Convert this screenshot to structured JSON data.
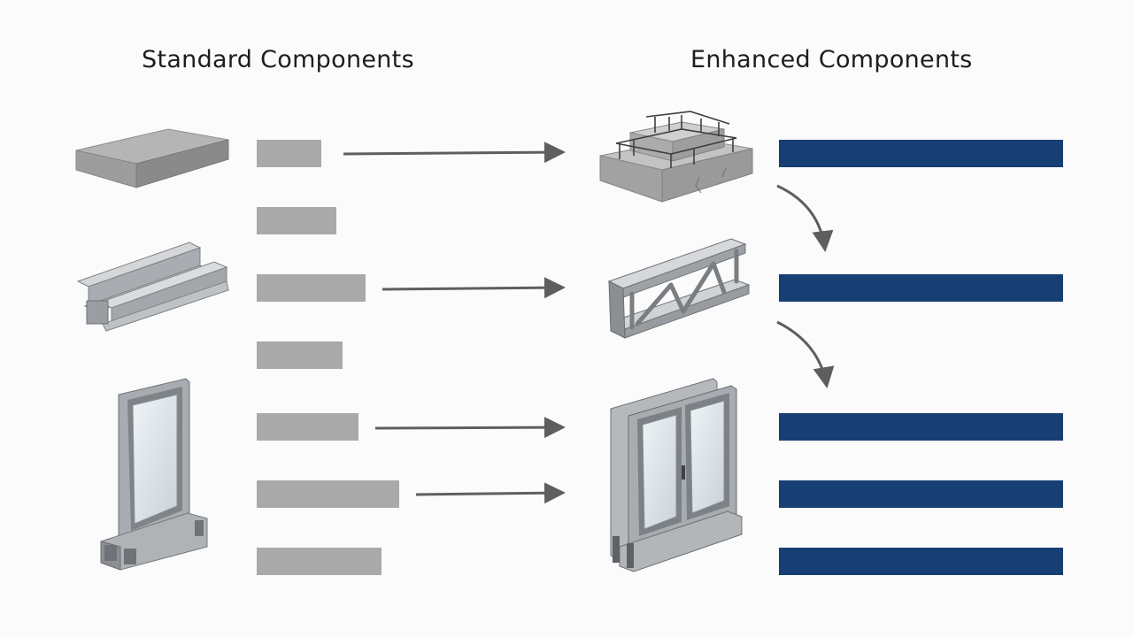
{
  "headings": {
    "standard": "Standard Components",
    "enhanced": "Enhanced Components"
  },
  "standard_components": [
    {
      "name": "concrete-slab-icon",
      "bars": 2
    },
    {
      "name": "steel-beam-icon",
      "bars": 2
    },
    {
      "name": "window-frame-icon",
      "bars": 3
    }
  ],
  "enhanced_components": [
    {
      "name": "reinforced-foundation-icon"
    },
    {
      "name": "truss-beam-icon"
    },
    {
      "name": "double-glazed-window-icon"
    }
  ],
  "colors": {
    "standard_bar": "#a9a9a9",
    "enhanced_bar": "#173f73",
    "arrow": "#5e5e5e",
    "concrete": "#a7a7a7",
    "steel": "#b9bcbf",
    "glass": "#dfe7ec"
  }
}
